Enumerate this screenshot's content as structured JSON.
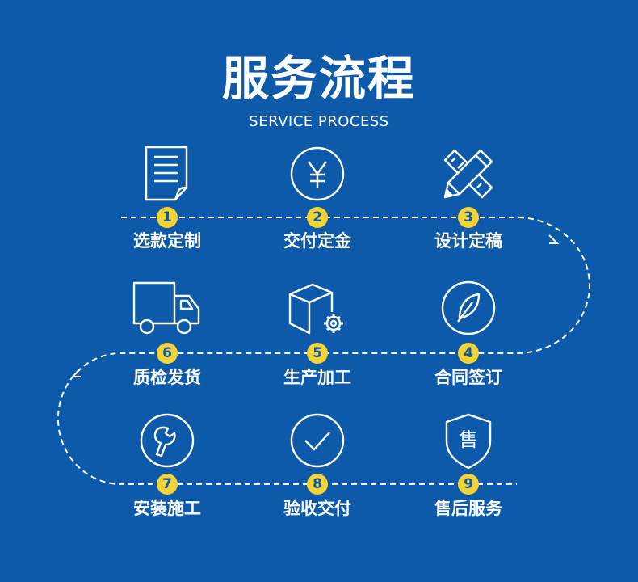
{
  "header": {
    "title": "服务流程",
    "subtitle": "SERVICE PROCESS"
  },
  "steps": [
    {
      "num": "1",
      "label": "选款定制",
      "icon": "document-icon"
    },
    {
      "num": "2",
      "label": "交付定金",
      "icon": "yen-coin-icon"
    },
    {
      "num": "3",
      "label": "设计定稿",
      "icon": "ruler-pencil-icon"
    },
    {
      "num": "4",
      "label": "合同签订",
      "icon": "quill-circle-icon"
    },
    {
      "num": "5",
      "label": "生产加工",
      "icon": "box-gear-icon"
    },
    {
      "num": "6",
      "label": "质检发货",
      "icon": "delivery-truck-icon"
    },
    {
      "num": "7",
      "label": "安装施工",
      "icon": "wrench-circle-icon"
    },
    {
      "num": "8",
      "label": "验收交付",
      "icon": "checkmark-circle-icon"
    },
    {
      "num": "9",
      "label": "售后服务",
      "icon": "shield-sale-icon"
    }
  ],
  "shield_text": "售",
  "colors": {
    "background": "#0d5aaa",
    "accent": "#f4d434",
    "text": "#ffffff"
  }
}
